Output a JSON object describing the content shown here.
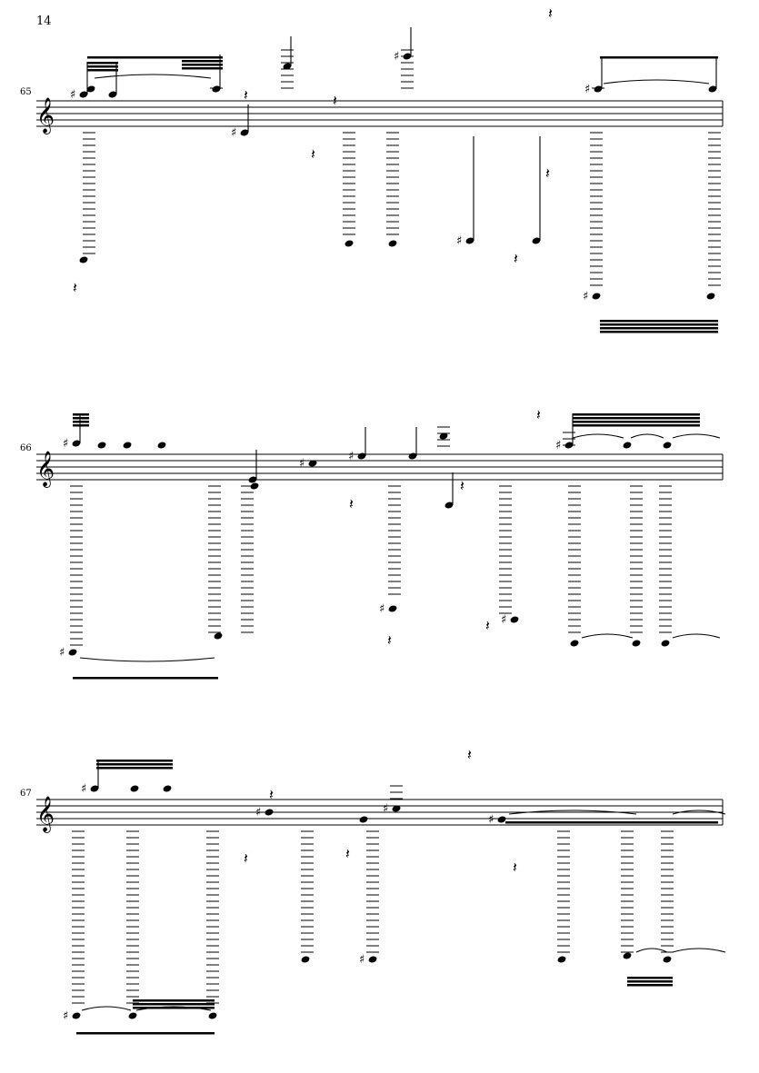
{
  "page_number": "14",
  "systems": [
    {
      "measure_number": "65"
    },
    {
      "measure_number": "66"
    },
    {
      "measure_number": "67"
    }
  ],
  "colors": {
    "ink": "#000000",
    "paper": "#ffffff"
  }
}
